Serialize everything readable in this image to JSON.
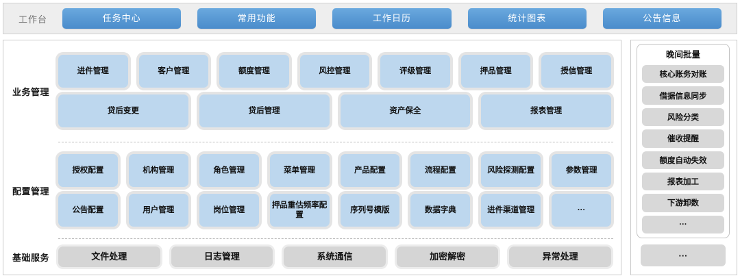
{
  "header": {
    "label": "工作台",
    "tabs": [
      {
        "label": "任务中心"
      },
      {
        "label": "常用功能"
      },
      {
        "label": "工作日历"
      },
      {
        "label": "统计图表"
      },
      {
        "label": "公告信息"
      }
    ]
  },
  "sections": [
    {
      "label": "业务管理",
      "style": "blue",
      "rows": [
        [
          "进件管理",
          "客户管理",
          "额度管理",
          "风控管理",
          "评级管理",
          "押品管理",
          "授信管理"
        ],
        [
          "贷后变更",
          "贷后管理",
          "资产保全",
          "报表管理"
        ]
      ]
    },
    {
      "label": "配置管理",
      "style": "blue",
      "rows": [
        [
          "授权配置",
          "机构管理",
          "角色管理",
          "菜单管理",
          "产品配置",
          "流程配置",
          "风险探测配置",
          "参数管理"
        ],
        [
          "公告配置",
          "用户管理",
          "岗位管理",
          "押品重估频率配置",
          "序列号模版",
          "数据字典",
          "进件渠道管理",
          "···"
        ]
      ]
    },
    {
      "label": "基础服务",
      "style": "gray",
      "rows": [
        [
          "文件处理",
          "日志管理",
          "系统通信",
          "加密解密",
          "异常处理"
        ]
      ]
    }
  ],
  "right_panel": {
    "title": "晚间批量",
    "items": [
      "核心账务对账",
      "借据信息同步",
      "风险分类",
      "催收提醒",
      "额度自动失效",
      "报表加工",
      "下游卸数",
      "···"
    ],
    "more_label": "···"
  },
  "colors": {
    "tab_blue": "#5b9bd5",
    "cell_blue": "#bdd7ee",
    "cell_gray": "#d5d5d5",
    "header_bg": "#eeeeee"
  }
}
